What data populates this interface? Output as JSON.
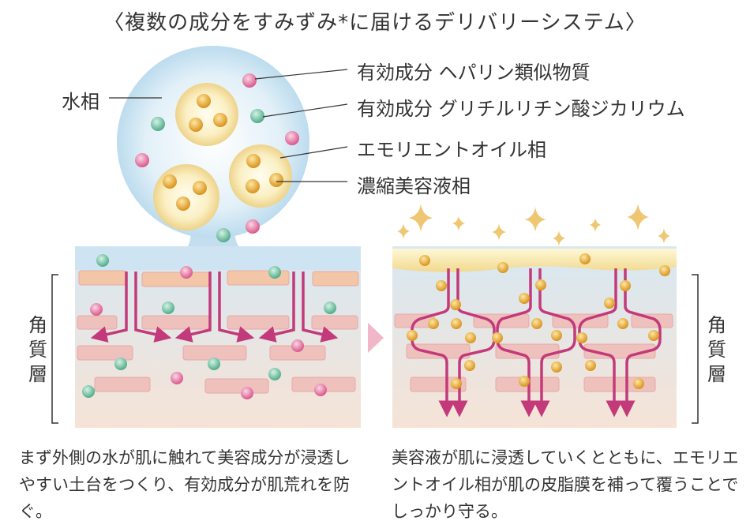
{
  "title": "〈複数の成分をすみずみ*に届けるデリバリーシステム〉",
  "labels": {
    "water_phase": "水相",
    "heparin": "有効成分 ヘパリン類似物質",
    "glycyrrhizin": "有効成分 グリチルリチン酸ジカリウム",
    "emollient_oil": "エモリエントオイル相",
    "concentrated_serum": "濃縮美容液相",
    "stratum_corneum_left": "角質層",
    "stratum_corneum_right": "角質層"
  },
  "captions": {
    "left": "まず外側の水が肌に触れて美容成分が浸透しやすい土台をつくり、有効成分が肌荒れを防ぐ。",
    "right": "美容液が肌に浸透していくとともに、エモリエントオイル相が肌の皮脂膜を補って覆うことでしっかり守る。"
  },
  "colors": {
    "text": "#333333",
    "arrow": "#c33a7a",
    "pink_dot": "#e06d9c",
    "green_dot": "#6fbf9f",
    "gold_dot": "#e0a030",
    "water": "#cfe6f3",
    "transition_arrow": "#f1b6c8"
  }
}
